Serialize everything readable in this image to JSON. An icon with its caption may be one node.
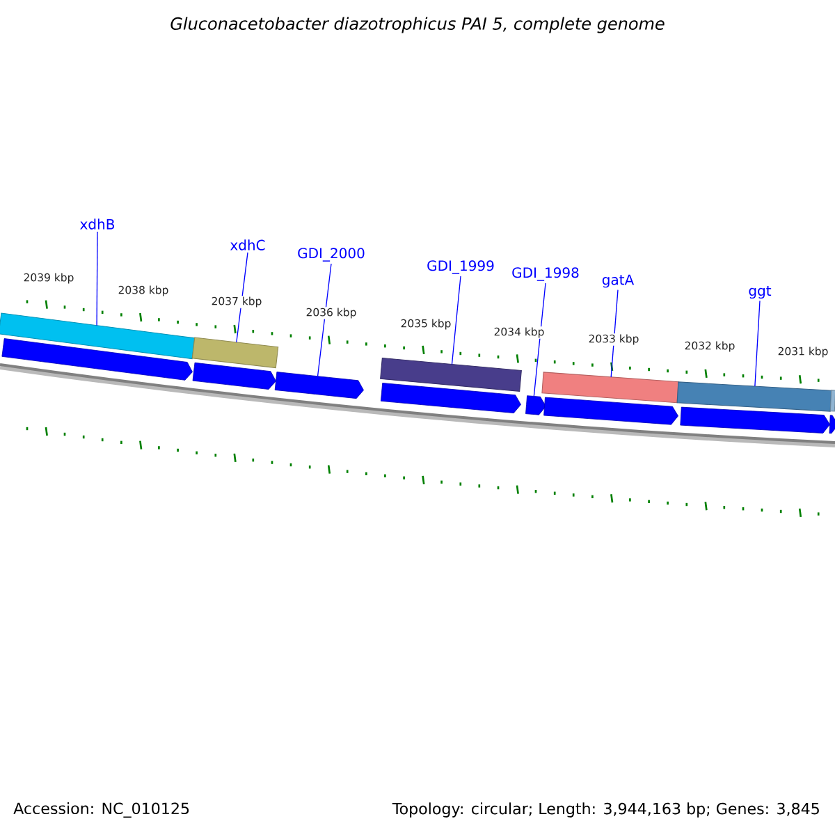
{
  "diagram": {
    "title": "Gluconacetobacter diazotrophicus PAI 5, complete genome",
    "nodes": [
      {
        "text": [
          "xdhB"
        ]
      },
      {
        "text": [
          "xdhC"
        ]
      },
      {
        "text": [
          "GDI_2000"
        ]
      },
      {
        "text": [
          "GDI_1999"
        ]
      },
      {
        "text": [
          "GDI_1998"
        ]
      },
      {
        "text": [
          "gatA"
        ]
      },
      {
        "text": [
          "ggt"
        ]
      },
      {
        "text": [],
        "shape": "bar"
      },
      {
        "text": [],
        "shape": "bar"
      },
      {
        "text": [],
        "shape": "bar"
      },
      {
        "text": [],
        "shape": "bar"
      },
      {
        "text": [],
        "shape": "bar"
      },
      {
        "text": [],
        "shape": "bar"
      },
      {
        "text": [],
        "shape": "arrow"
      },
      {
        "text": [],
        "shape": "arrow"
      },
      {
        "text": [],
        "shape": "arrow"
      },
      {
        "text": [],
        "shape": "arrow"
      },
      {
        "text": [],
        "shape": "arrow"
      },
      {
        "text": [],
        "shape": "arrow"
      },
      {
        "text": [],
        "shape": "arrow"
      },
      {
        "text": [],
        "shape": "arrow"
      }
    ],
    "edges": [
      {
        "from": 0,
        "to": 7,
        "arrow": "none"
      },
      {
        "from": 1,
        "to": 8,
        "arrow": "none"
      },
      {
        "from": 2,
        "to": 15,
        "arrow": "none"
      },
      {
        "from": 3,
        "to": 9,
        "arrow": "none"
      },
      {
        "from": 4,
        "to": 17,
        "arrow": "none"
      },
      {
        "from": 5,
        "to": 10,
        "arrow": "none"
      },
      {
        "from": 6,
        "to": 11,
        "arrow": "none"
      }
    ],
    "labels": [
      "2039 kbp",
      "2038 kbp",
      "2037 kbp",
      "2036 kbp",
      "2035 kbp",
      "2034 kbp",
      "2033 kbp",
      "2032 kbp",
      "2031 kbp",
      "Accession: NC_010125",
      "Topology: circular; Length: 3,944,163 bp; Genes: 3,845"
    ]
  }
}
